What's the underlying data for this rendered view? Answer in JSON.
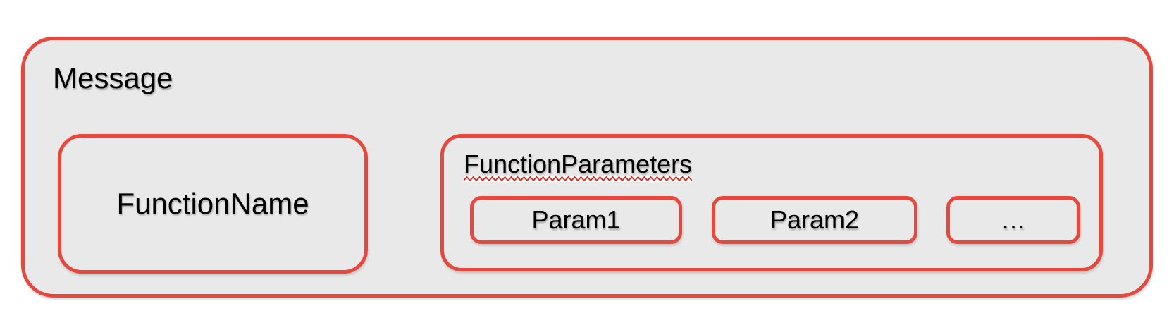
{
  "message": {
    "label": "Message"
  },
  "function_name": {
    "label": "FunctionName"
  },
  "function_parameters": {
    "label": "FunctionParameters",
    "params": [
      {
        "label": "Param1"
      },
      {
        "label": "Param2"
      },
      {
        "label": "…"
      }
    ]
  },
  "colors": {
    "box_border_red": "#E8473C",
    "box_fill_gray": "#E9E9E9",
    "squiggle_red": "#D6251B",
    "text": "#000000",
    "page_background": "#FFFFFF"
  }
}
